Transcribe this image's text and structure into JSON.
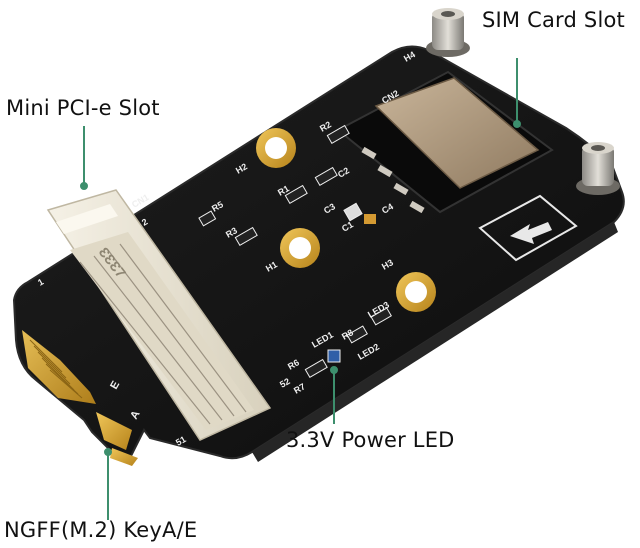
{
  "callouts": {
    "sim_card_slot": "SIM Card Slot",
    "mini_pcie_slot": "Mini PCI-e Slot",
    "power_led": "3.3V Power LED",
    "ngff_key": "NGFF(M.2) KeyA/E"
  },
  "board_silkscreen": {
    "cn1": "CN1",
    "cn2": "CN2",
    "h1": "H1",
    "h2": "H2",
    "h3": "H3",
    "h4": "H4",
    "r1": "R1",
    "r2": "R2",
    "r3": "R3",
    "r5": "R5",
    "r6": "R6",
    "r7": "R7",
    "r8": "R8",
    "c1": "C1",
    "c2": "C2",
    "c3": "C3",
    "c4": "C4",
    "led1": "LED1",
    "led2": "LED2",
    "led3": "LED3",
    "pin2": "2",
    "pin52": "52",
    "pin1": "1",
    "pin51": "51",
    "key_e": "E",
    "key_a": "A"
  },
  "colors": {
    "pcb": "#141414",
    "pcb_edge": "#2a2a2a",
    "gold": "#d4a02a",
    "socket": "#ece6d6",
    "metal": "#b9b5ad",
    "callout_line": "#3d8f6d"
  }
}
